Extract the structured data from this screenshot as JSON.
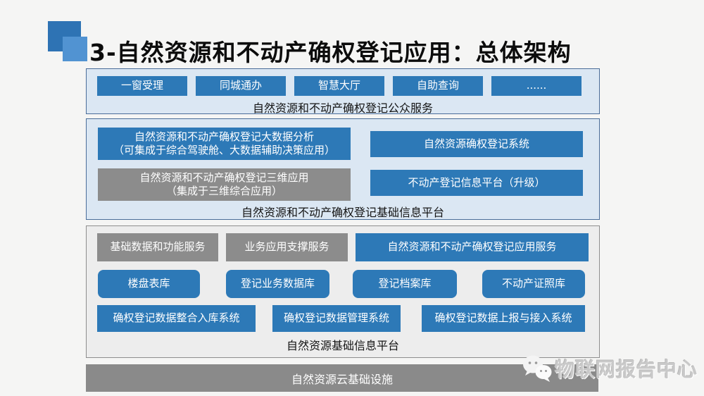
{
  "slide": {
    "title": "3-自然资源和不动产确权登记应用：总体架构"
  },
  "colors": {
    "accent_blue": "#2d79b7",
    "box_gray": "#8c8c8c",
    "panel_blue_bg": "#dbe7f3",
    "panel_gray_bg": "#ededed",
    "infra_bar_gray": "#8a8a8a",
    "title_square_dark": "#2e73b4",
    "title_square_light": "#5193d2"
  },
  "public_service": {
    "caption": "自然资源和不动产确权登记公众服务",
    "items": [
      "一窗受理",
      "同城通办",
      "智慧大厅",
      "自助查询",
      "......"
    ]
  },
  "registration_platform": {
    "caption": "自然资源和不动产确权登记基础信息平台",
    "bigdata_line1": "自然资源和不动产确权登记大数据分析",
    "bigdata_line2": "（可集成于综合驾驶舱、大数据辅助决策应用）",
    "threed_line1": "自然资源和不动产确权登记三维应用",
    "threed_line2": "（集成于三维综合应用）",
    "nr_system": "自然资源确权登记系统",
    "re_platform": "不动产登记信息平台（升级）"
  },
  "base_platform": {
    "caption": "自然资源基础信息平台",
    "services": [
      "基础数据和功能服务",
      "业务应用支撑服务",
      "自然资源和不动产确权登记应用服务"
    ],
    "databases": [
      "楼盘表库",
      "登记业务数据库",
      "登记档案库",
      "不动产证照库"
    ],
    "systems": [
      "确权登记数据整合入库系统",
      "确权登记数据管理系统",
      "确权登记数据上报与接入系统"
    ]
  },
  "infrastructure": {
    "label": "自然资源云基础设施"
  },
  "watermark": {
    "text": "物联网报告中心",
    "icon": "wechat-icon"
  }
}
